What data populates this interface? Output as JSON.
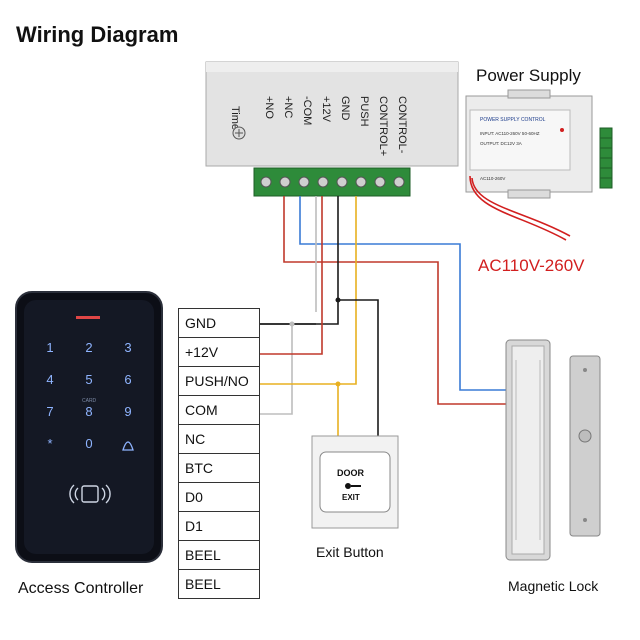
{
  "title": "Wiring Diagram",
  "power_supply": {
    "title": "Power Supply",
    "ac_label": "AC110V-260V",
    "panel_heading": "POWER SUPPLY CONTROL",
    "panel_input": "INPUT: AC110-260V 50-60HZ",
    "panel_output": "OUTPUT: DC12V 3A",
    "panel_ac": "AC110-260V"
  },
  "relay_box": {
    "time_label": "Time",
    "terminals": [
      "+NO",
      "+NC",
      "-COM",
      "+12V",
      "GND",
      "PUSH",
      "CONTROL+",
      "CONTROL-"
    ]
  },
  "controller": {
    "label": "Access Controller",
    "keys": [
      "1",
      "2",
      "3",
      "4",
      "5",
      "6",
      "7",
      "8",
      "9",
      "*",
      "0",
      "bell"
    ],
    "card_text": "CARD",
    "pins": [
      "GND",
      "+12V",
      "PUSH/NO",
      "COM",
      "NC",
      "BTC",
      "D0",
      "D1",
      "BEEL",
      "BEEL"
    ]
  },
  "exit_button": {
    "label": "Exit Button",
    "line1": "DOOR",
    "line2": "EXIT"
  },
  "lock": {
    "label": "Magnetic Lock"
  },
  "colors": {
    "red_wire": "#c0392b",
    "black_wire": "#1a1a1a",
    "blue_wire": "#3a7bd5",
    "yellow_wire": "#e8b020",
    "white_wire": "#bdbdbd",
    "ac_text": "#d21f1f",
    "terminal_green": "#2e8b3a"
  }
}
